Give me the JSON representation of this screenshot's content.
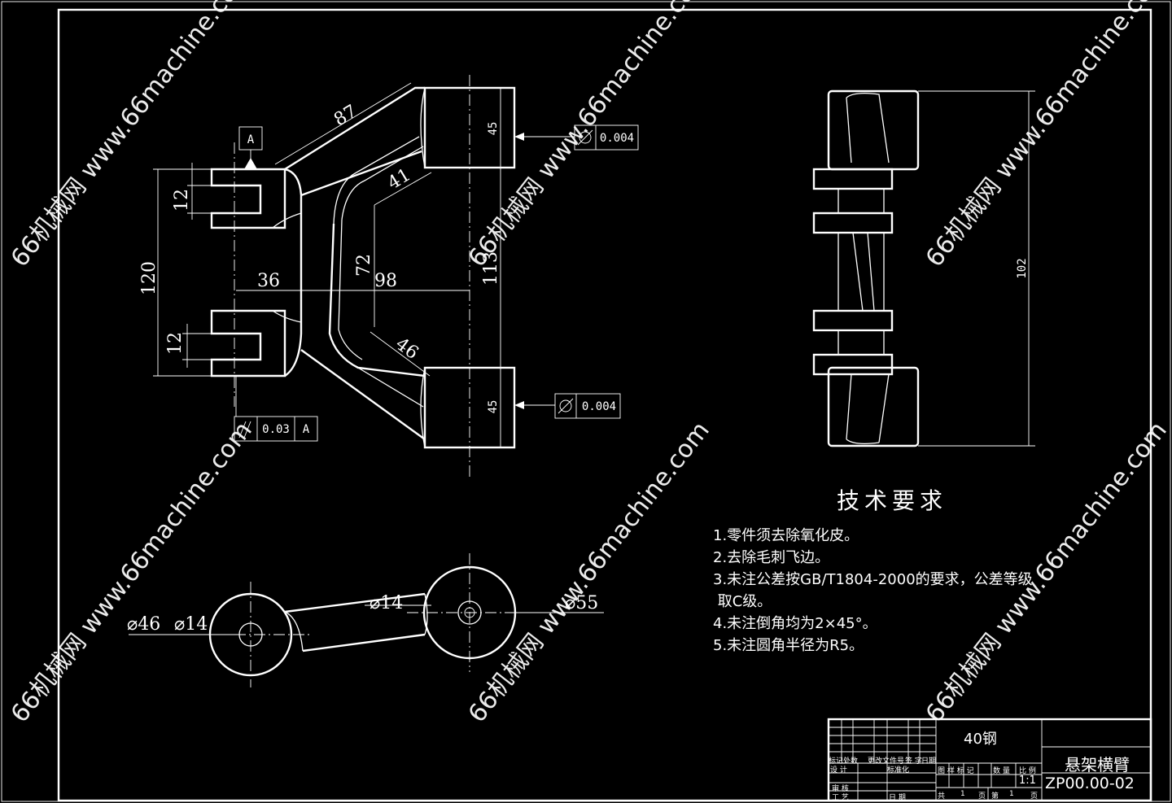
{
  "title_block": {
    "material": "40钢",
    "part_name": "悬架横臂",
    "drawing_no": "ZP00.00-02",
    "scale": "1:1",
    "labels": {
      "mark": "标记处数",
      "change_doc": "更改文件号",
      "sign": "签 字",
      "date": "日期",
      "design": "设 计",
      "standard": "标准化",
      "review": "审 核",
      "process": "工 艺",
      "date2": "日 期",
      "stage": "图 样 标 记",
      "qty": "数 量",
      "ratio": "比 例",
      "total": "共",
      "total_n": "1",
      "page_word": "页",
      "page_no": "第",
      "page_n": "1",
      "page_word2": "页"
    }
  },
  "tech_requirements": {
    "title": "技术要求",
    "items": [
      "1.零件须去除氧化皮。",
      "2.去除毛刺飞边。",
      "3.未注公差按GB/T1804-2000的要求，公差等级",
      " 取C级。",
      "4.未注倒角均为2×45°。",
      "5.未注圆角半径为R5。"
    ]
  },
  "dimensions": {
    "d87": "87",
    "d41": "41",
    "d12a": "12",
    "d12b": "12",
    "d120": "120",
    "d36": "36",
    "d72": "72",
    "d98": "98",
    "d113": "113",
    "d46": "46",
    "d45a": "45",
    "d45b": "45",
    "d102": "102",
    "phi46": "⌀46",
    "phi14a": "⌀14",
    "phi14b": "⌀14",
    "phi55": "⌀55"
  },
  "datum": "A",
  "tolerances": {
    "top_value": "0.004",
    "bottom_value": "0.004",
    "parallel_value": "0.03",
    "parallel_datum": "A"
  },
  "watermark": "66机械网 www.66machine.com"
}
